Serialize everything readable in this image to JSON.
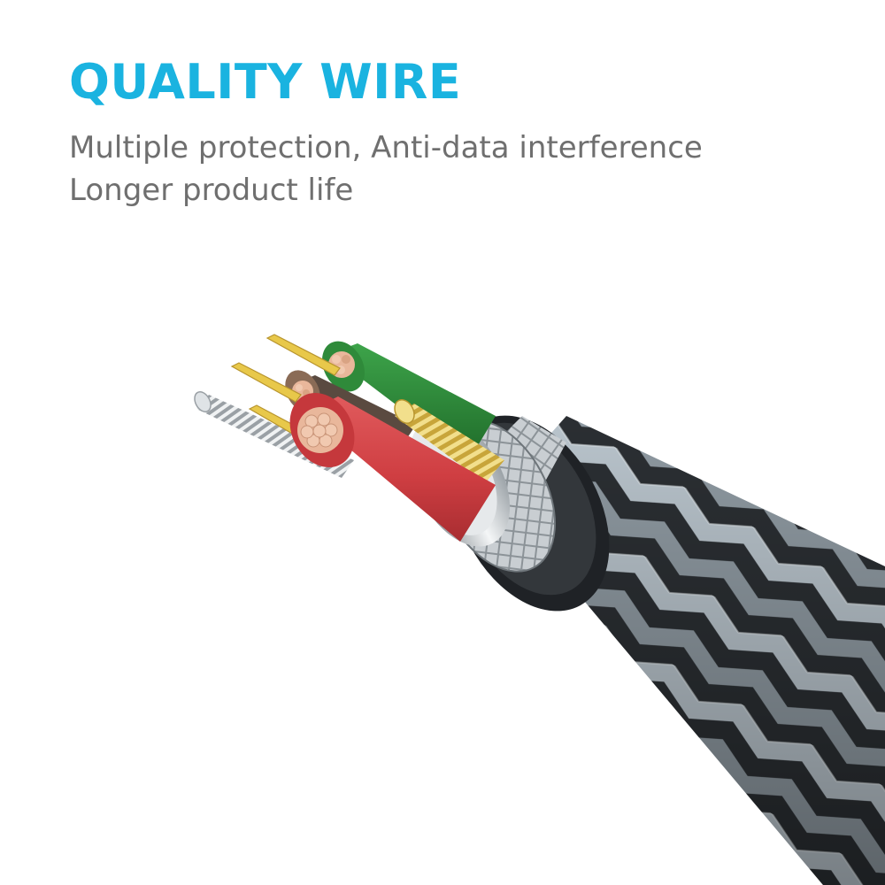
{
  "headline": "QUALITY WIRE",
  "sublines": [
    "Multiple protection, Anti-data interference",
    "Longer product life"
  ],
  "colors": {
    "headline": "#1ab3e0",
    "subline": "#6f6f6f",
    "red_core": "#d4474a",
    "green_core": "#2f8a3a",
    "braid_dark": "#2b2f33",
    "braid_light": "#b9c4cc",
    "foil": "#d7dadc",
    "copper": "#e9b79b",
    "gold": "#e8c84a"
  },
  "illustration": {
    "subject": "cross-section of braided multi-core cable",
    "icons": [
      "braided-jacket",
      "foil-shield",
      "red-core",
      "green-core",
      "gold-pins",
      "silver-strands"
    ]
  }
}
